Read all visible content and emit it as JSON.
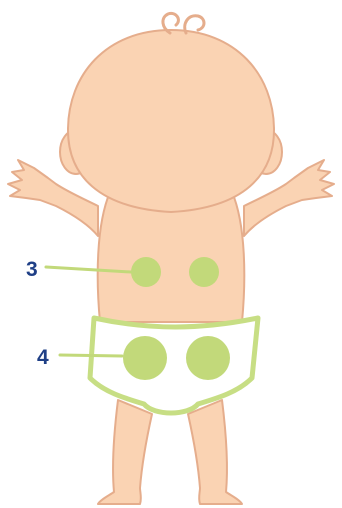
{
  "figure": {
    "labels": [
      {
        "id": "upper-back",
        "text": "3"
      },
      {
        "id": "buttocks",
        "text": "4"
      }
    ]
  },
  "colors": {
    "skin": "#fad3b3",
    "outline": "#e5ad8c",
    "diaper_fill": "#ffffff",
    "diaper_outline": "#c7de84",
    "site_marker": "#c2d97a",
    "label_text": "#1f3f86"
  }
}
